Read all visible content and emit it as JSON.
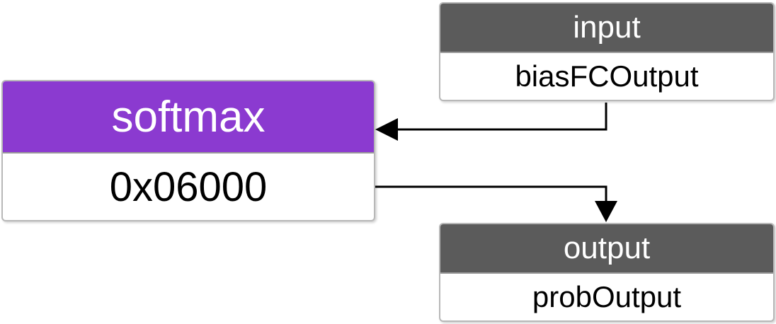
{
  "colors": {
    "op_header": "#8b3ad0",
    "io_header": "#5b5b5b",
    "connector": "#000000",
    "border": "#b8b8b8"
  },
  "nodes": {
    "input": {
      "header": "input",
      "value": "biasFCOutput"
    },
    "softmax": {
      "header": "softmax",
      "value": "0x06000"
    },
    "output": {
      "header": "output",
      "value": "probOutput"
    }
  },
  "edges": [
    {
      "from": "input",
      "to": "softmax"
    },
    {
      "from": "softmax",
      "to": "output"
    }
  ]
}
